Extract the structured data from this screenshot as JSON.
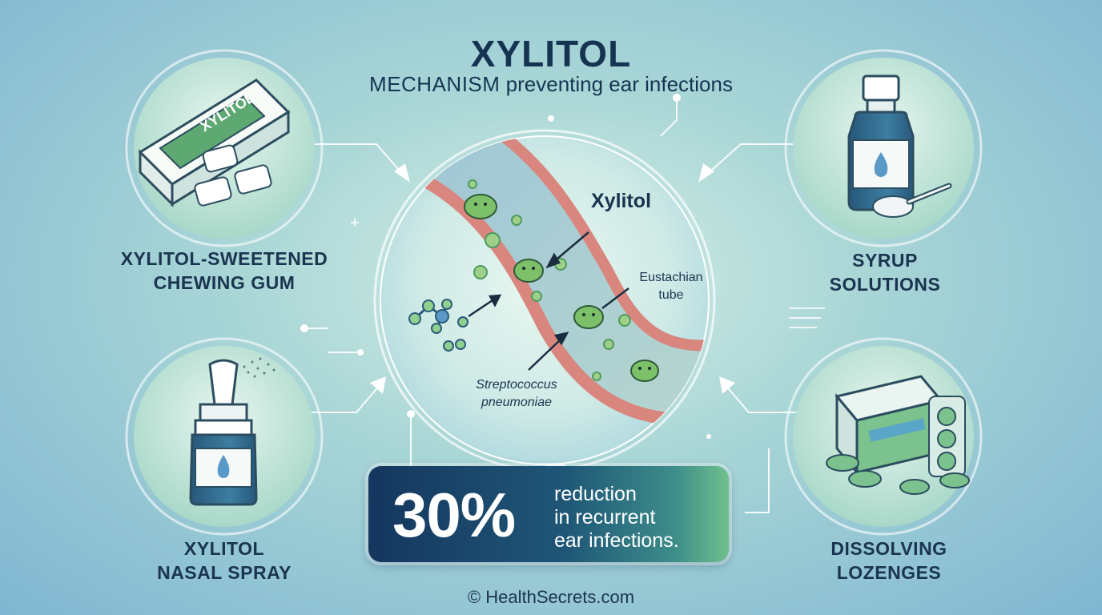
{
  "header": {
    "title": "XYLITOL",
    "subtitle_caps": "MECHANISM",
    "subtitle_rest": " preventing ear infections"
  },
  "products": {
    "gum": {
      "line1": "XYLITOL-SWEETENED",
      "line2": "CHEWING GUM",
      "pack_label": "XYLITOL"
    },
    "syrup": {
      "line1": "SYRUP",
      "line2": "SOLUTIONS"
    },
    "spray": {
      "line1": "XYLITOL",
      "line2": "NASAL SPRAY"
    },
    "lozenges": {
      "line1": "DISSOLVING",
      "line2": "LOZENGES"
    }
  },
  "diagram": {
    "xylitol_label": "Xylitol",
    "tube_label_1": "Eustachian",
    "tube_label_2": "tube",
    "bacteria_label_1": "Streptococcus",
    "bacteria_label_2": "pneumoniae"
  },
  "stat": {
    "value": "30%",
    "line1": "reduction",
    "line2": "in recurrent",
    "line3": "ear infections."
  },
  "footer": {
    "credit": "© HealthSecrets.com"
  },
  "colors": {
    "navy": "#153452",
    "green": "#6fc08d",
    "tube_pink": "#d9867f",
    "bacteria": "#7cc06a"
  }
}
